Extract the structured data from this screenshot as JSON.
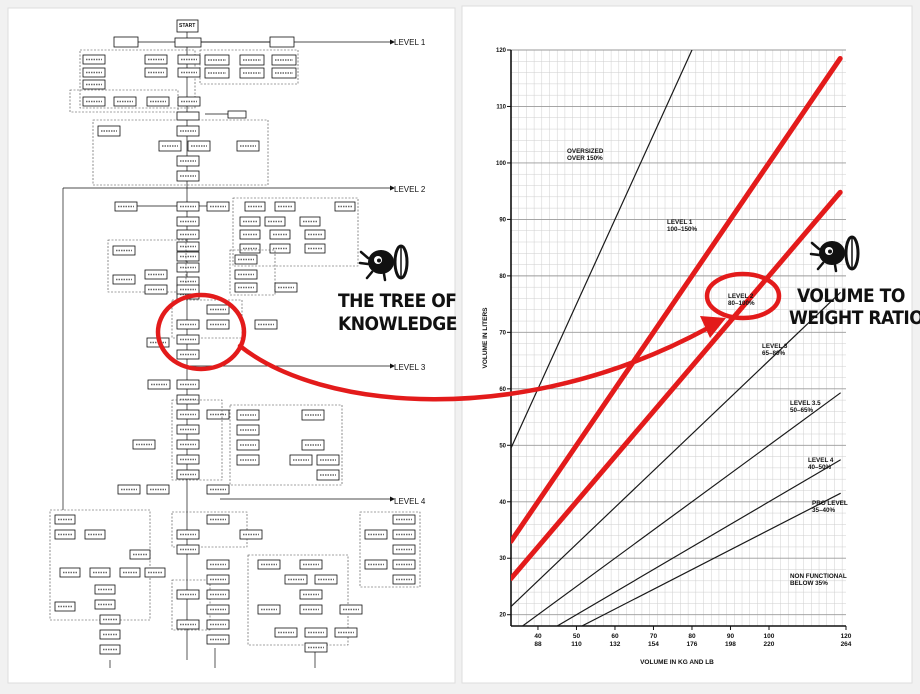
{
  "tree": {
    "start_label": "START",
    "levels": [
      "LEVEL 1",
      "LEVEL 2",
      "LEVEL 3",
      "LEVEL 4"
    ],
    "title_line1": "THE TREE OF",
    "title_line2": "KNOWLEDGE"
  },
  "chart_data": {
    "type": "line",
    "title_line1": "VOLUME TO",
    "title_line2": "WEIGHT RATIO",
    "xlabel": "VOLUME IN KG AND LB",
    "ylabel": "VOLUME IN LITERS",
    "xlim": [
      33,
      120
    ],
    "ylim": [
      18,
      120
    ],
    "x_ticks_kg": [
      "40",
      "50",
      "60",
      "70",
      "80",
      "90",
      "100",
      "120"
    ],
    "x_ticks_lb": [
      "88",
      "110",
      "132",
      "154",
      "176",
      "198",
      "220",
      "264"
    ],
    "y_ticks": [
      "20",
      "30",
      "40",
      "50",
      "60",
      "70",
      "80",
      "90",
      "100",
      "110",
      "120"
    ],
    "grid": true,
    "accent_color": "#e31b1b",
    "series": [
      {
        "ratio": 1.5,
        "emphasis": false
      },
      {
        "ratio": 1.0,
        "emphasis": true
      },
      {
        "ratio": 0.8,
        "emphasis": true
      },
      {
        "ratio": 0.65,
        "emphasis": false
      },
      {
        "ratio": 0.5,
        "emphasis": false
      },
      {
        "ratio": 0.4,
        "emphasis": false
      },
      {
        "ratio": 0.35,
        "emphasis": false
      }
    ],
    "zone_labels": [
      {
        "line1": "OVERSIZED",
        "line2": "OVER 150%"
      },
      {
        "line1": "LEVEL 1",
        "line2": "100–150%"
      },
      {
        "line1": "LEVEL 2",
        "line2": "80–100%"
      },
      {
        "line1": "LEVEL 3",
        "line2": "65–80%"
      },
      {
        "line1": "LEVEL 3.5",
        "line2": "50–65%"
      },
      {
        "line1": "LEVEL 4",
        "line2": "40–50%"
      },
      {
        "line1": "PRO LEVEL",
        "line2": "35–40%"
      },
      {
        "line1": "NON FUNCTIONAL",
        "line2": "BELOW 35%"
      }
    ]
  }
}
